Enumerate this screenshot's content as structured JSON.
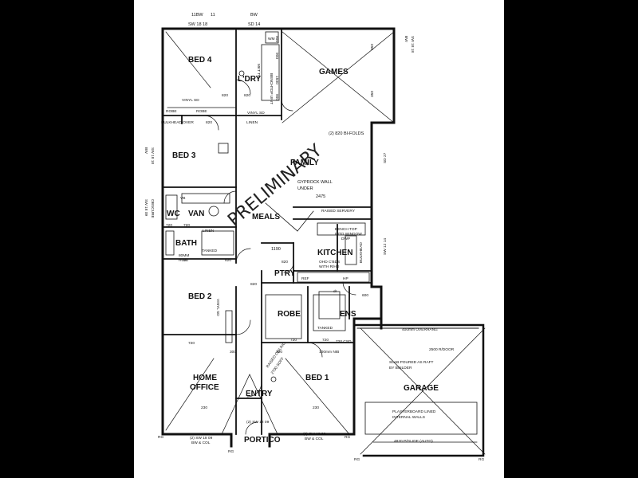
{
  "watermark": "PRELIMINARY",
  "rooms": {
    "bed4": "BED 4",
    "ldry": "L'DRY",
    "games": "GAMES",
    "bed3": "BED 3",
    "family": "FAMILY",
    "wc": "WC",
    "van": "VAN",
    "bath": "BATH",
    "meals": "MEALS",
    "kitchen": "KITCHEN",
    "ptry": "PTRY",
    "bed2": "BED 2",
    "robe": "ROBE",
    "ens": "ENS",
    "home": "HOME",
    "office": "OFFICE",
    "entry": "ENTRY",
    "bed1": "BED 1",
    "garage": "GARAGE",
    "portico": "PORTICO"
  },
  "notes": {
    "top_bw": "11BW",
    "top_n": "11",
    "top_bw2": "BW",
    "sw1818": "SW 18 18",
    "sd14": "SD 14",
    "wm": "WM",
    "mkt": "MKT TR",
    "benchtop": "BENCHTOP UNIT",
    "d900a": "900",
    "d900b": "900",
    "d1500": "1500",
    "d900c": "900",
    "d350a": "350",
    "d350b": "350",
    "d820a": "820",
    "d820b": "820",
    "d820c": "820",
    "d820d": "820",
    "d820e": "820",
    "d820f": "820",
    "vinyl_sd": "VINYL SD",
    "vinyl_sd2": "VINYL SD",
    "vinyl_sd3": "VINYL SD",
    "robe_l": "ROBE",
    "robe_r": "ROBE",
    "bulkhead_over": "BULKHEAD OVER",
    "linen": "LINEN",
    "bifolds": "(2) 820 BI-FOLDS",
    "gyprock1": "GYPROCK WALL",
    "gyprock2": "UNDER",
    "d2475": "2475",
    "raised": "RAISED SERVERY",
    "bench1": "BENCH TOP",
    "bench2": "INTO WINDOW",
    "bench3": "DWP",
    "ohc1": "OHD C'BDS",
    "ohc2": "WITH R/HD",
    "d1190": "1190",
    "vb": "VB",
    "d720a": "720",
    "d720b": "720",
    "d720c": "720",
    "d720d": "720",
    "d720e": "720",
    "d720f": "720",
    "linen2": "LINEN",
    "mm80": "80MM",
    "hob": "HOB",
    "tanked": "TANKED",
    "tanked2": "TANKED",
    "d300a": "300",
    "d300b": "300",
    "d230a": "230",
    "d230b": "230",
    "d100nib": "100mm NIB",
    "d720csd": "720 CSD",
    "overhang": "400mm OVERHANG",
    "rdoor": "2500 R/DOOR",
    "slab1": "SLAB POURED AS RAFT",
    "slab2": "BY BUILDER",
    "plaster1": "PLASTERBOARD LINED",
    "plaster2": "INTERNAL WALLS",
    "pglide": "4820 P/GLIDE (AUTO)",
    "sw1809a": "(2) SW 18 09",
    "bwcol_a": "BW & COL",
    "sw1809b": "(2) SW 18 09",
    "bwcol_b": "BW & COL",
    "sw1209": "(2) SW 12 09",
    "rg1": "RG",
    "rg2": "RG",
    "rg3": "RG",
    "rg4": "RG",
    "rg5": "RG",
    "bw_l": "BW",
    "sw1818_l": "SW 18 18",
    "obscure": "OBSCURE",
    "sw1809_l": "SW 18 09",
    "bw_r": "BW",
    "sw1818_r": "SW 18 18",
    "sd27": "SD 27",
    "sw1214": "SW 12 14",
    "bulkhead_k": "BULKHEAD",
    "ref": "REF",
    "d600": "600",
    "dr": "dr",
    "hp": "HP",
    "raised_ceil": "RAISED CEILING",
    "d2700": "2700 SOFF"
  }
}
